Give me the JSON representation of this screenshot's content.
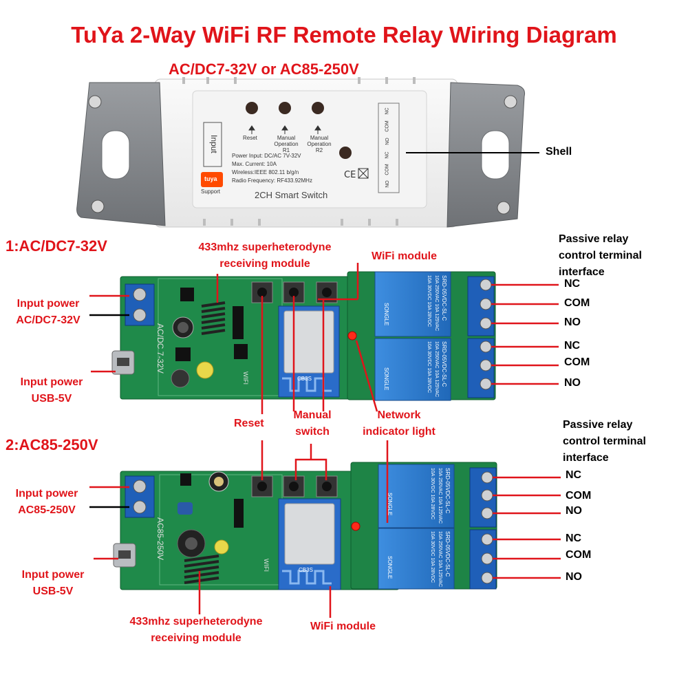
{
  "title": "TuYa 2-Way WiFi RF Remote Relay Wiring Diagram",
  "subtitle": "AC/DC7-32V or AC85-250V",
  "shell": {
    "label": "Shell",
    "input_text": "Input",
    "buttons": [
      "Reset",
      "Manual Operation R1",
      "Manual Operation R2"
    ],
    "specs": [
      "Power Input:  DC/AC 7V-32V",
      "Max. Current:  10A",
      "Wireless:IEEE 802.11 b/g/n",
      "Radio Frequency:  RF433.92MHz"
    ],
    "brand": "tuya",
    "brand_sub": "Support",
    "product": "2CH Smart Switch",
    "terminals": [
      "NC",
      "COM",
      "NO",
      "NC",
      "COM",
      "NO"
    ]
  },
  "board1": {
    "heading": "1:AC/DC7-32V",
    "rf_module": [
      "433mhz superheterodyne",
      "receiving module"
    ],
    "wifi_module": "WiFi module",
    "relay_interface": [
      "Passive relay",
      "control terminal",
      "interface"
    ],
    "input_power": [
      "Input power",
      "AC/DC7-32V"
    ],
    "usb_power": [
      "Input power",
      "USB-5V"
    ],
    "terminals": [
      "NC",
      "COM",
      "NO",
      "NC",
      "COM",
      "NO"
    ],
    "silk": "AC/DC  7-32V",
    "silk_wifi": "WIFI"
  },
  "middle": {
    "reset": "Reset",
    "manual": [
      "Manual",
      "switch"
    ],
    "network": [
      "Network",
      "indicator light"
    ]
  },
  "board2": {
    "heading": "2:AC85-250V",
    "relay_interface": [
      "Passive relay",
      "control terminal",
      "interface"
    ],
    "input_power": [
      "Input power",
      "AC85-250V"
    ],
    "usb_power": [
      "Input power",
      "USB-5V"
    ],
    "terminals": [
      "NC",
      "COM",
      "NO",
      "NC",
      "COM",
      "NO"
    ],
    "rf_module": [
      "433mhz superheterodyne",
      "receiving module"
    ],
    "wifi_module": "WiFi module",
    "silk": "AC85-250V",
    "silk_wifi": "WIFI"
  },
  "relay_text": [
    "SRD-05VDC-SL-C",
    "10A 250VAC  10A 125VAC",
    "10A 30VDC  10A 28VDC",
    "SONGLE"
  ],
  "module_text": "CB3S",
  "colors": {
    "accent_red": "#e0141a",
    "pcb_green": "#1f8a4a",
    "relay_blue": "#2d7fd0",
    "terminal_blue": "#1f5fb8",
    "shell_grey": "#8a8d91"
  }
}
